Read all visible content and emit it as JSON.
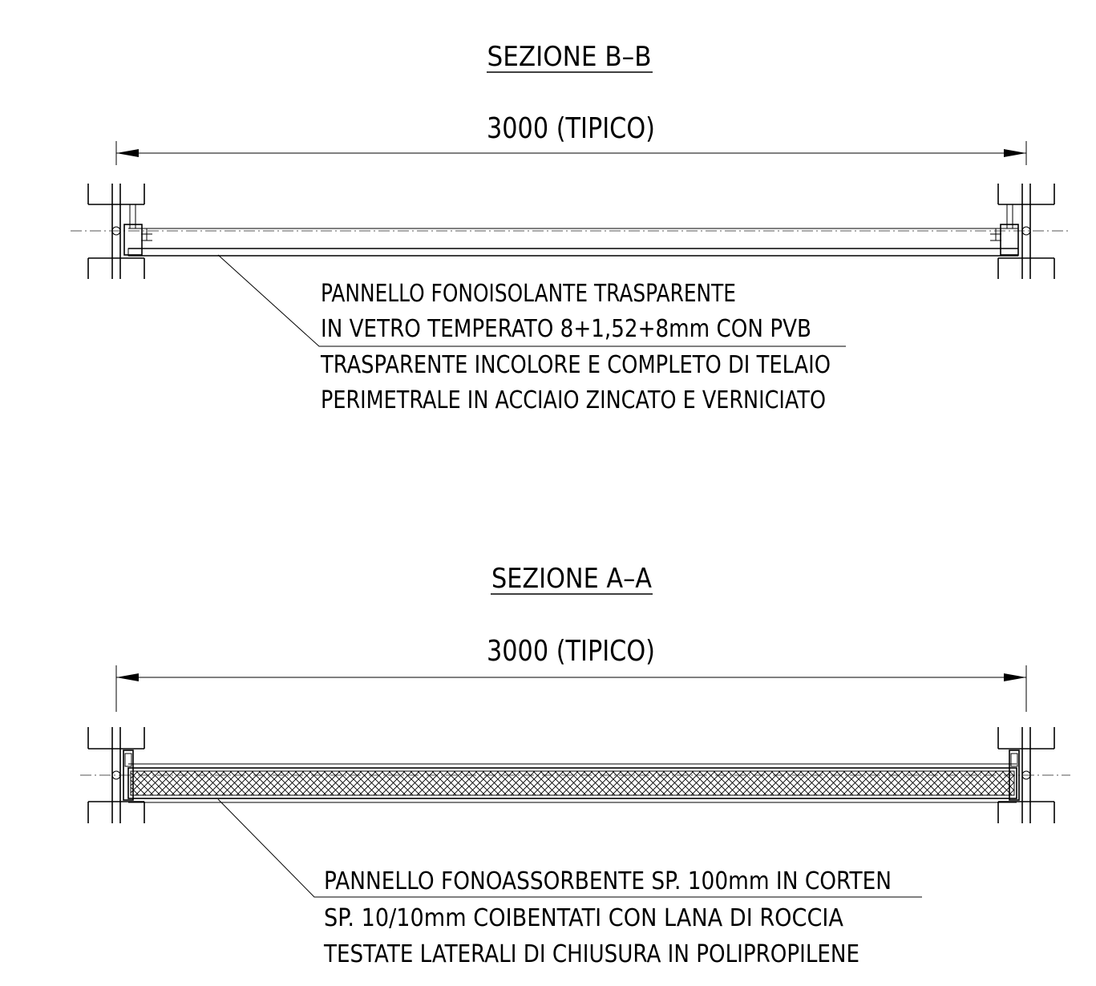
{
  "sections": [
    {
      "id": "bb",
      "title": "SEZIONE B–B",
      "dimension": "3000 (TIPICO)",
      "panel_type": "glass",
      "note_lines": [
        "PANNELLO FONOISOLANTE TRASPARENTE",
        "IN VETRO TEMPERATO 8+1,52+8mm CON PVB",
        "TRASPARENTE INCOLORE E COMPLETO DI TELAIO",
        "PERIMETRALE IN ACCIAIO ZINCATO E VERNICIATO"
      ]
    },
    {
      "id": "aa",
      "title": "SEZIONE A–A",
      "dimension": "3000 (TIPICO)",
      "panel_type": "acoustic-rockwool",
      "note_lines": [
        "PANNELLO FONOASSORBENTE SP. 100mm IN CORTEN",
        "SP. 10/10mm COIBENTATI CON LANA DI ROCCIA",
        "TESTATE LATERALI DI CHIUSURA IN POLIPROPILENE"
      ]
    }
  ]
}
